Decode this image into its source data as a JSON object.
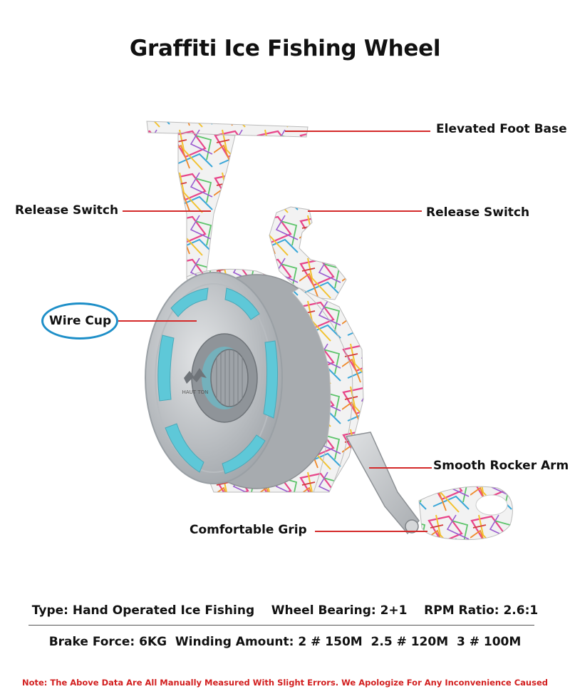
{
  "title": "Graffiti Ice Fishing Wheel",
  "labels": {
    "elevated_foot_base": "Elevated Foot Base",
    "release_switch_left": "Release Switch",
    "release_switch_right": "Release Switch",
    "wire_cup": "Wire Cup",
    "smooth_rocker_arm": "Smooth Rocker Arm",
    "comfortable_grip": "Comfortable Grip"
  },
  "brand_logo_text": "HAUT TON",
  "specs": {
    "line1": "Type: Hand Operated Ice Fishing    Wheel Bearing: 2+1    RPM Ratio: 2.6:1",
    "line2": "Brake Force: 6KG  Winding Amount: 2 # 150M  2.5 # 120M  3 # 100M"
  },
  "note": "Note: The Above Data Are All Manually Measured With Slight Errors. We Apologize For Any Inconvenience Caused",
  "colors": {
    "leader_line": "#d42a2a",
    "wire_cup_circle": "#1e8fc8",
    "note_text": "#d21f1f",
    "reel_silver": "#c9ccd0",
    "reel_accent_blue": "#5ec8d8"
  }
}
